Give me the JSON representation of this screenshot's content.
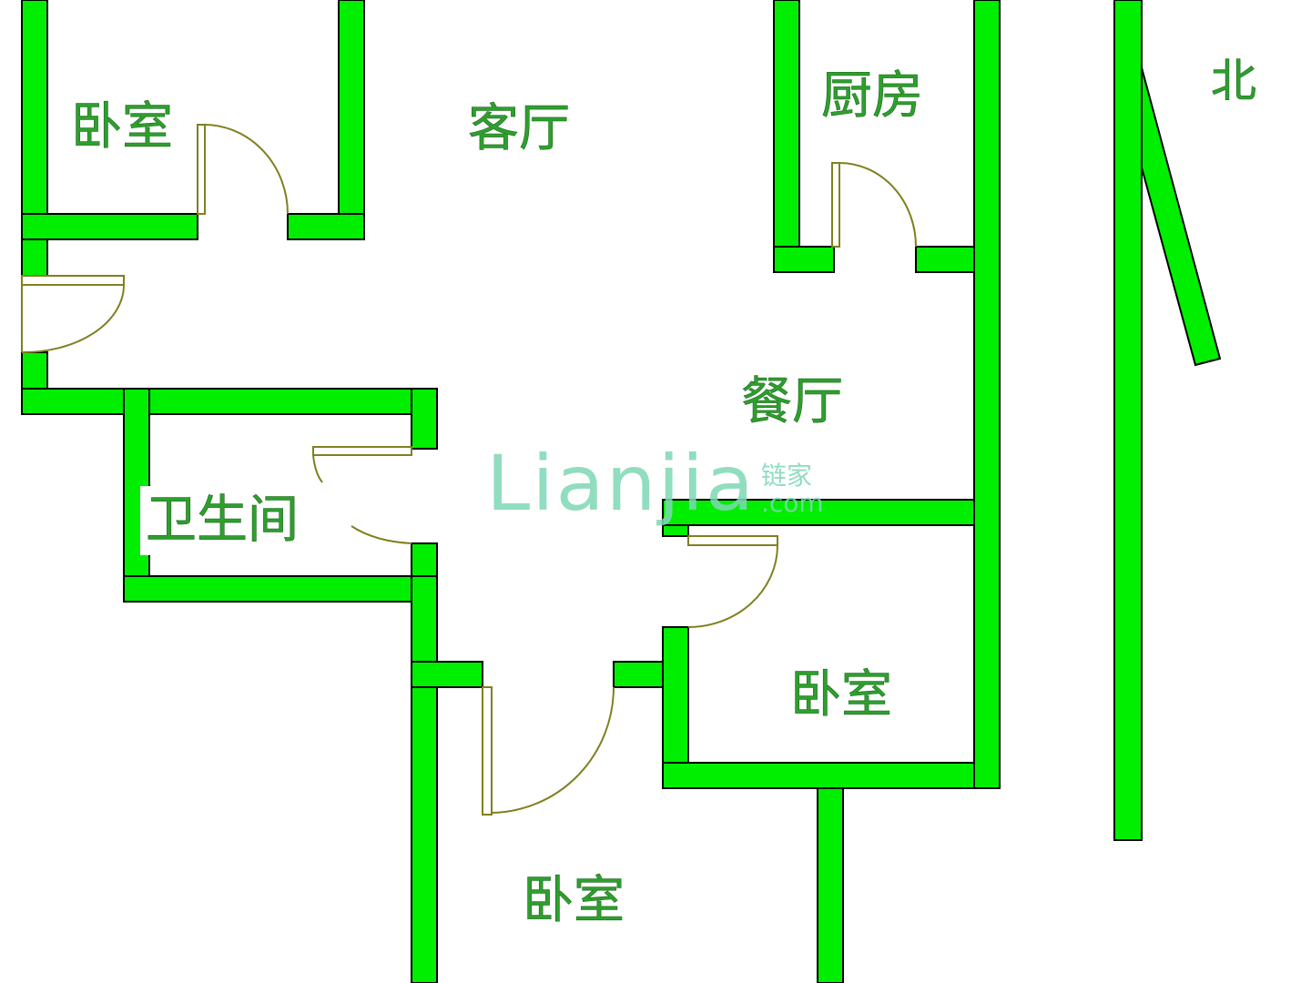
{
  "rooms": {
    "bedroom_top_left": "卧室",
    "living_room": "客厅",
    "kitchen": "厨房",
    "dining_room": "餐厅",
    "bathroom": "卫生间",
    "bedroom_mid_right": "卧室",
    "bedroom_bottom": "卧室"
  },
  "compass": {
    "label": "北"
  },
  "watermark": {
    "brand": "Lianjia",
    "brand_cn": "链家",
    "domain": ".com"
  },
  "colors": {
    "wall": "#00ee00",
    "wall_outline": "#000000",
    "door": "#808020",
    "label": "#2e9f2e",
    "watermark": "#7ed8b5"
  }
}
